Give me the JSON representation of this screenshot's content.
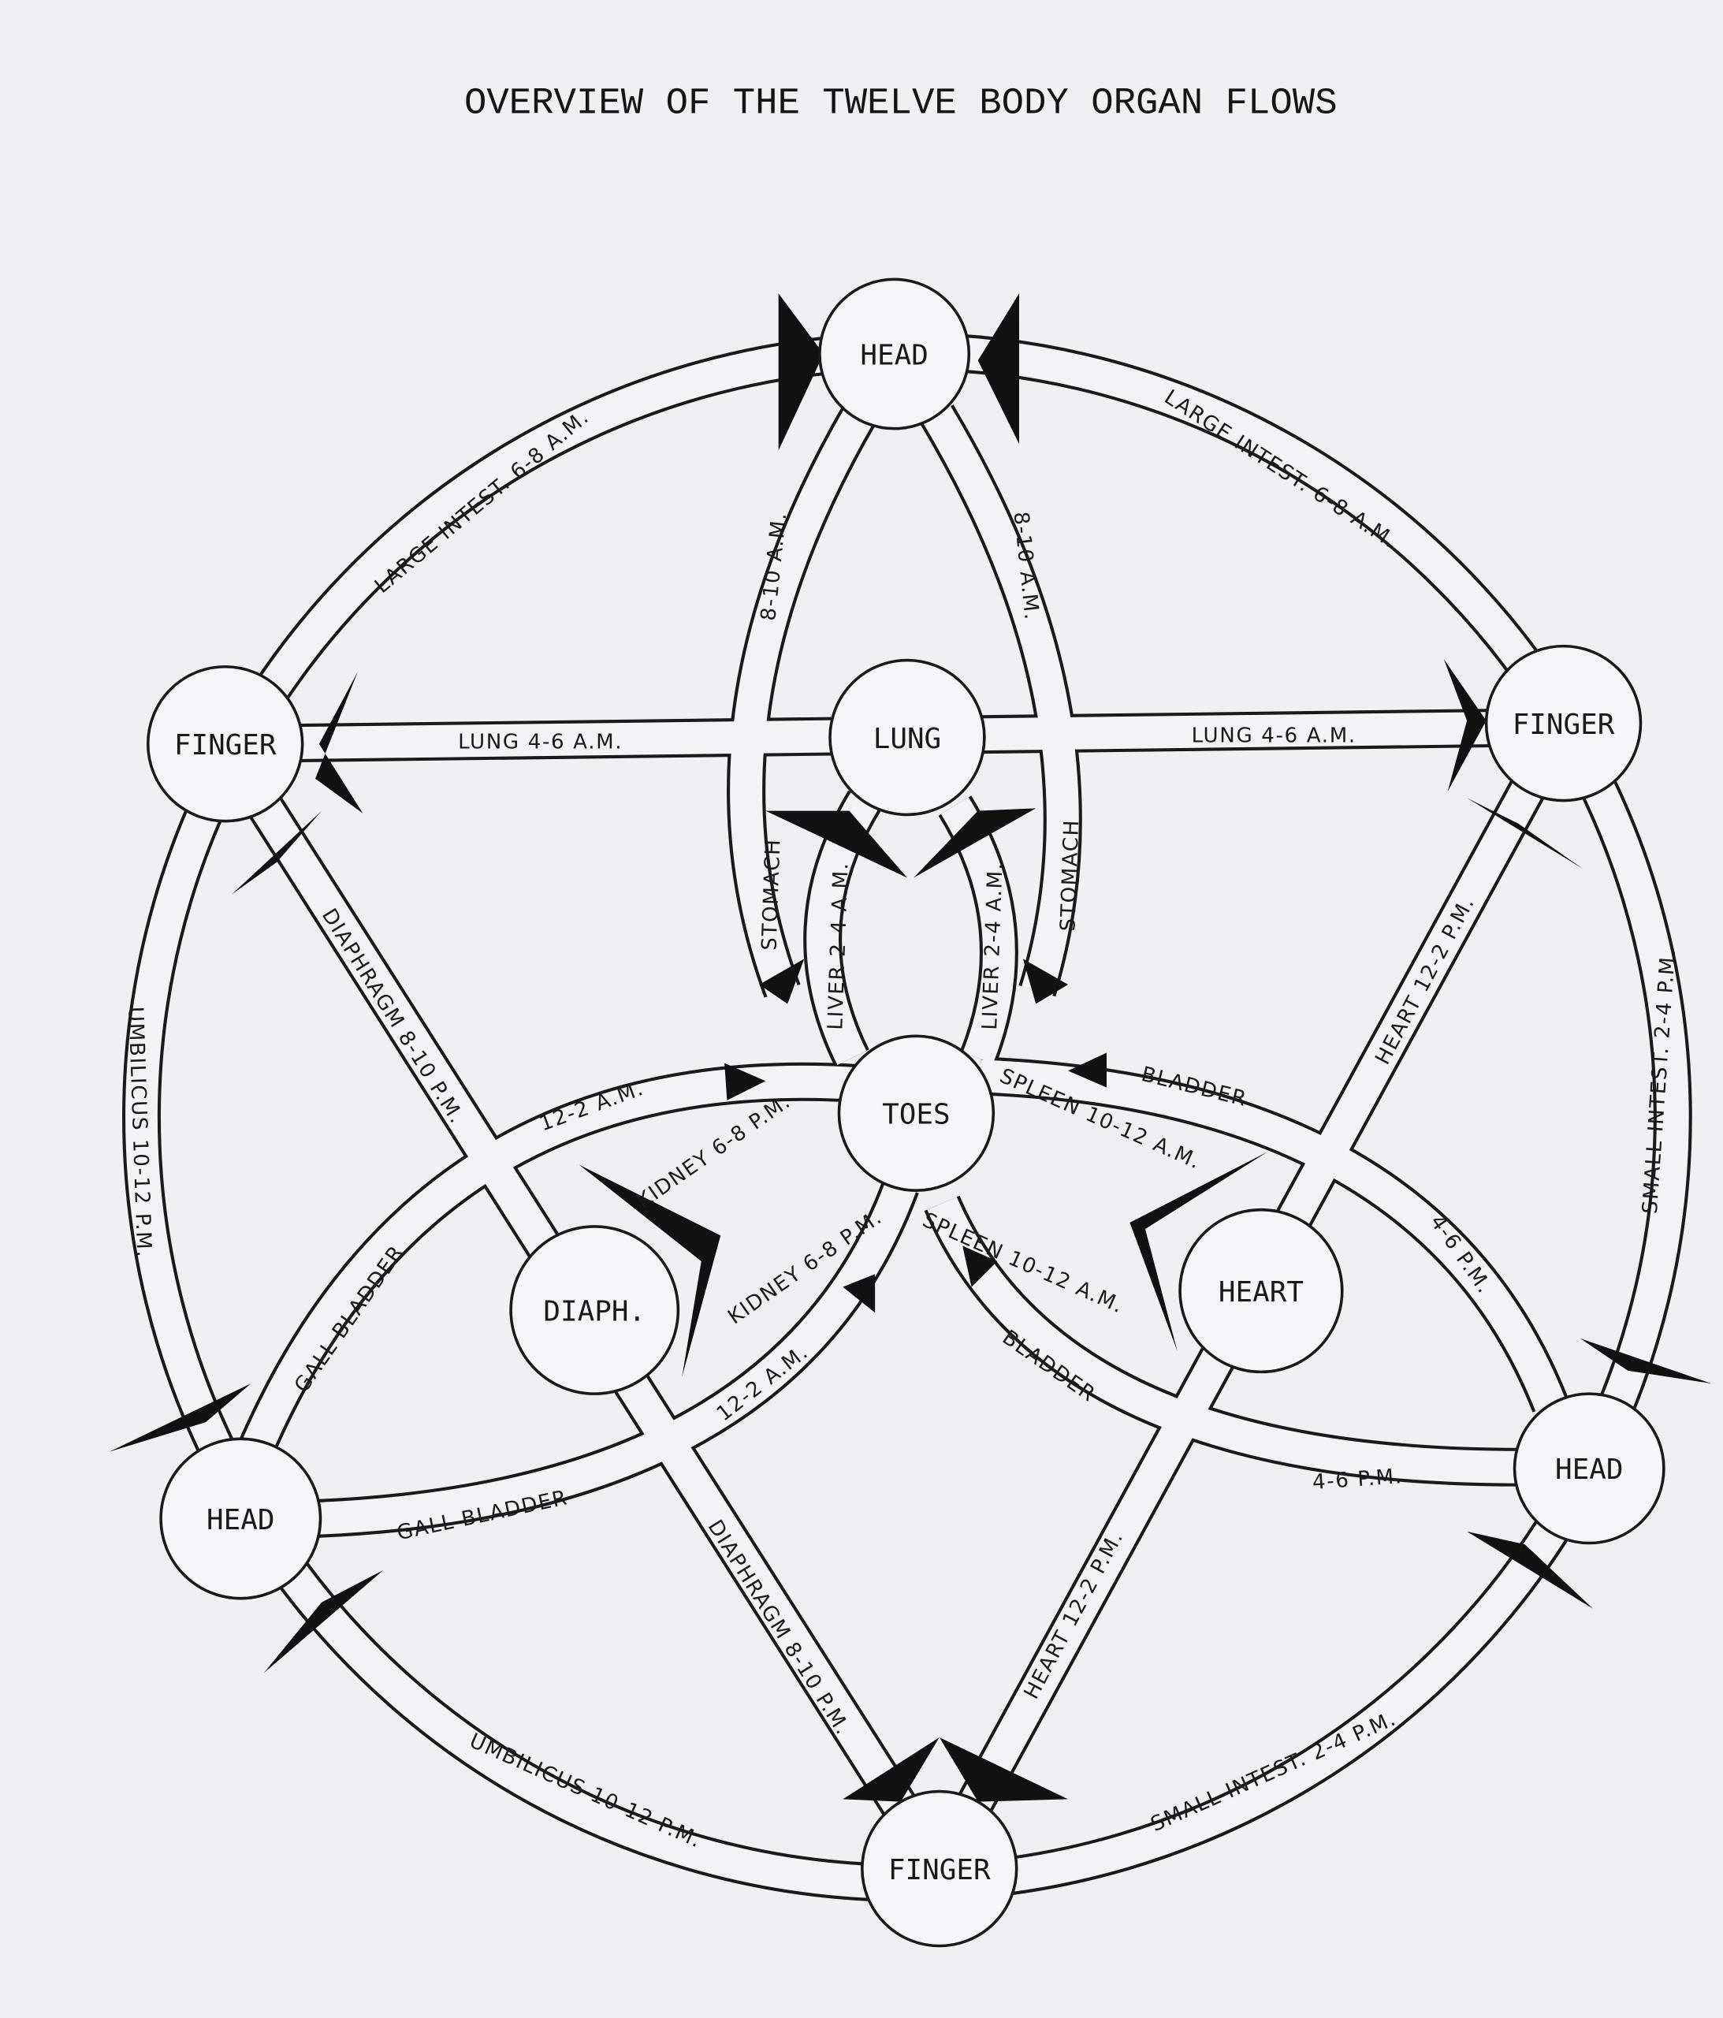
{
  "title": "OVERVIEW OF THE TWELVE BODY ORGAN FLOWS",
  "nodes": {
    "head_top": "HEAD",
    "finger_left": "FINGER",
    "lung": "LUNG",
    "finger_right": "FINGER",
    "toes": "TOES",
    "diaph": "DIAPH.",
    "heart": "HEART",
    "head_left": "HEAD",
    "head_right": "HEAD",
    "finger_bottom": "FINGER"
  },
  "flows": {
    "large_intest_left": "LARGE INTEST.  6-8 A.M.",
    "large_intest_right": "LARGE INTEST.  6-8 A.M.",
    "lung_left": "LUNG   4-6 A.M.",
    "lung_right": "LUNG   4-6 A.M.",
    "stomach_time_left": "8-10 A.M.",
    "stomach_time_right": "8-10 A.M.",
    "stomach_left": "STOMACH",
    "stomach_right": "STOMACH",
    "liver_left": "LIVER 2-4 A.M.",
    "liver_right": "LIVER 2-4 A.M.",
    "diaphragm_upper": "DIAPHRAGM  8-10 P.M.",
    "diaphragm_lower": "DIAPHRAGM  8-10 P.M.",
    "heart_upper": "HEART   12-2 P.M.",
    "heart_lower": "HEART   12-2 P.M.",
    "umbilicus_left": "UMBILICUS        10-12 P.M.",
    "umbilicus_bottom": "UMBILICUS        10-12 P.M.",
    "small_intest_right": "SMALL INTEST.    2-4 P.M.",
    "small_intest_bottom": "SMALL INTEST.   2-4 P.M.",
    "gall_12_upper": "12-2 A.M.",
    "gall_bladder_upper": "GALL BLADDER",
    "gall_bladder_lower": "GALL BLADDER",
    "gall_12_lower": "12-2 A.M.",
    "kidney_upper": "KIDNEY 6-8 P.M.",
    "kidney_lower": "KIDNEY 6-8 P.M.",
    "spleen_upper": "SPLEEN 10-12 A.M.",
    "spleen_lower": "SPLEEN 10-12 A.M.",
    "bladder_upper": "BLADDER",
    "bladder_lower": "BLADDER",
    "bladder_time_upper": "4-6 P.M.",
    "bladder_time_lower": "4-6 P.M."
  }
}
